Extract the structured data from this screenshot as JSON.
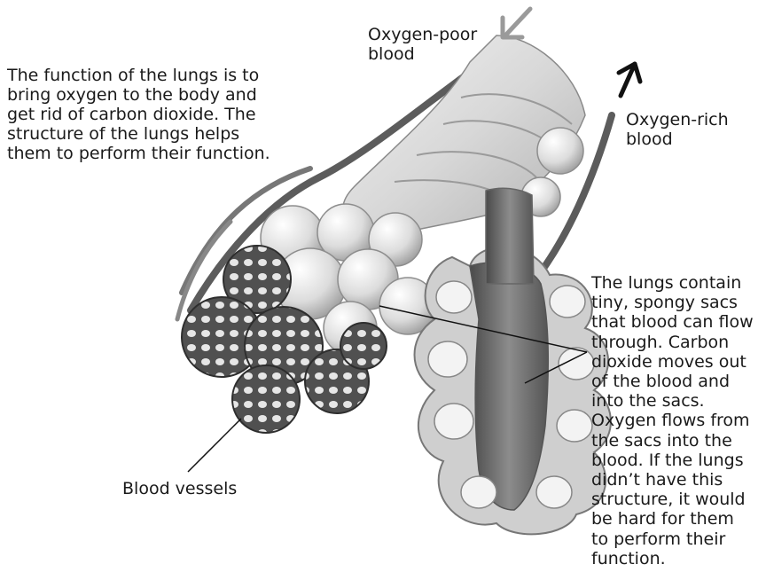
{
  "intro_text": "The function of the lungs is to\nbring oxygen to the body and\nget rid of carbon dioxide. The\nstructure of the lungs helps\nthem to perform their function.",
  "labels": {
    "oxygen_poor": "Oxygen-poor\nblood",
    "oxygen_rich": "Oxygen-rich\nblood",
    "blood_vessels": "Blood vessels"
  },
  "sacs_text": "The lungs contain\ntiny, spongy sacs\nthat blood can flow\nthrough. Carbon\ndioxide moves out\nof the blood and\ninto the sacs.\nOxygen flows from\nthe sacs into the\nblood. If the lungs\ndidn’t have this\nstructure, it would\nbe hard for them\nto perform their\nfunction.",
  "colors": {
    "text": "#1a1a1a",
    "oxygen_poor_arrow": "#9a9a9a",
    "oxygen_rich_arrow": "#111111",
    "vessel": "#6a6a6a",
    "sac_fill": "#e2e2e2"
  }
}
